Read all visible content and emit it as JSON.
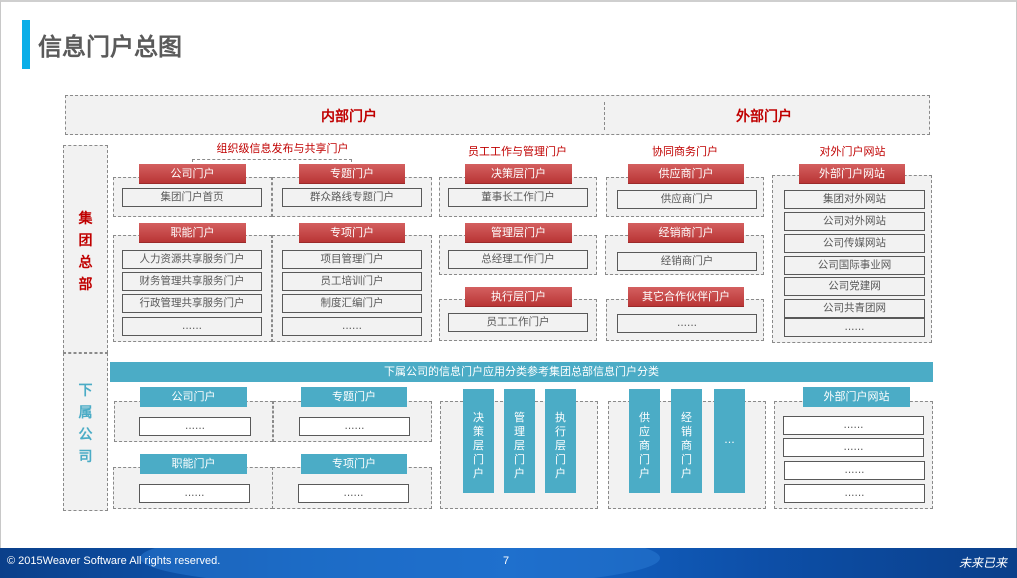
{
  "page": {
    "title": "信息门户总图",
    "accent_color": "#0aaee8"
  },
  "header": {
    "internal": "内部门户",
    "external": "外部门户"
  },
  "side": {
    "hq": "集团总部",
    "sub": "下属公司"
  },
  "categories": {
    "org_info": "组织级信息发布与共享门户",
    "staff_mgmt": "员工工作与管理门户",
    "collab": "协同商务门户",
    "external_site": "对外门户网站"
  },
  "hq": {
    "company": {
      "tag": "公司门户",
      "items": [
        "集团门户首页"
      ]
    },
    "topic": {
      "tag": "专题门户",
      "items": [
        "群众路线专题门户"
      ]
    },
    "function": {
      "tag": "职能门户",
      "items": [
        "人力资源共享服务门户",
        "财务管理共享服务门户",
        "行政管理共享服务门户",
        "......"
      ]
    },
    "project": {
      "tag": "专项门户",
      "items": [
        "项目管理门户",
        "员工培训门户",
        "制度汇编门户",
        "......"
      ]
    },
    "decision": {
      "tag": "决策层门户",
      "items": [
        "董事长工作门户"
      ]
    },
    "management": {
      "tag": "管理层门户",
      "items": [
        "总经理工作门户"
      ]
    },
    "execution": {
      "tag": "执行层门户",
      "items": [
        "员工工作门户"
      ]
    },
    "supplier": {
      "tag": "供应商门户",
      "items": [
        "供应商门户"
      ]
    },
    "dealer": {
      "tag": "经销商门户",
      "items": [
        "经销商门户"
      ]
    },
    "partner": {
      "tag": "其它合作伙伴门户",
      "items": [
        "......"
      ]
    },
    "external": {
      "tag": "外部门户网站",
      "items": [
        "集团对外网站",
        "公司对外网站",
        "公司传媒网站",
        "公司国际事业网",
        "公司党建网",
        "公司共青团网",
        "......"
      ]
    }
  },
  "sub": {
    "banner": "下属公司的信息门户应用分类参考集团总部信息门户分类",
    "company": {
      "tag": "公司门户",
      "items": [
        "......"
      ]
    },
    "topic": {
      "tag": "专题门户",
      "items": [
        "......"
      ]
    },
    "function": {
      "tag": "职能门户",
      "items": [
        "......"
      ]
    },
    "project": {
      "tag": "专项门户",
      "items": [
        "......"
      ]
    },
    "levels": [
      "决策层门户",
      "管理层门户",
      "执行层门户"
    ],
    "partners": [
      "供应商门户",
      "经销商门户",
      "..."
    ],
    "external": {
      "tag": "外部门户网站",
      "items": [
        "......",
        "......",
        "......",
        "......"
      ]
    }
  },
  "footer": {
    "copyright": "© 2015Weaver   Software  All rights reserved.",
    "page_number": "7",
    "logo_text": "未来已来"
  }
}
